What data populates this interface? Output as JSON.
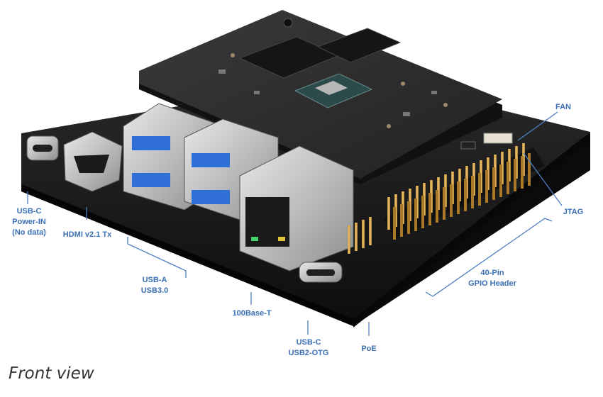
{
  "figure": {
    "caption": "Front view",
    "colors": {
      "label": "#3a6fb4",
      "leader": "#4a7fc0",
      "board": "#1b1b1b",
      "module_pcb": "#2c2c2c",
      "usb_blue": "#2f6fd6",
      "metal": "#c9c9c9",
      "gpio_gold": "#d3a44a"
    },
    "callouts": {
      "usbc_power": {
        "lines": [
          "USB-C",
          "Power-IN",
          "(No data)"
        ]
      },
      "hdmi": {
        "lines": [
          "HDMI v2.1 Tx"
        ]
      },
      "usba": {
        "lines": [
          "USB-A",
          "USB3.0"
        ]
      },
      "ethernet": {
        "lines": [
          "100Base-T"
        ]
      },
      "usbc_otg": {
        "lines": [
          "USB-C",
          "USB2-OTG"
        ]
      },
      "poe": {
        "lines": [
          "PoE"
        ]
      },
      "gpio": {
        "lines": [
          "40-Pin",
          "GPIO Header"
        ]
      },
      "jtag": {
        "lines": [
          "JTAG"
        ]
      },
      "fan": {
        "lines": [
          "FAN"
        ]
      }
    }
  }
}
